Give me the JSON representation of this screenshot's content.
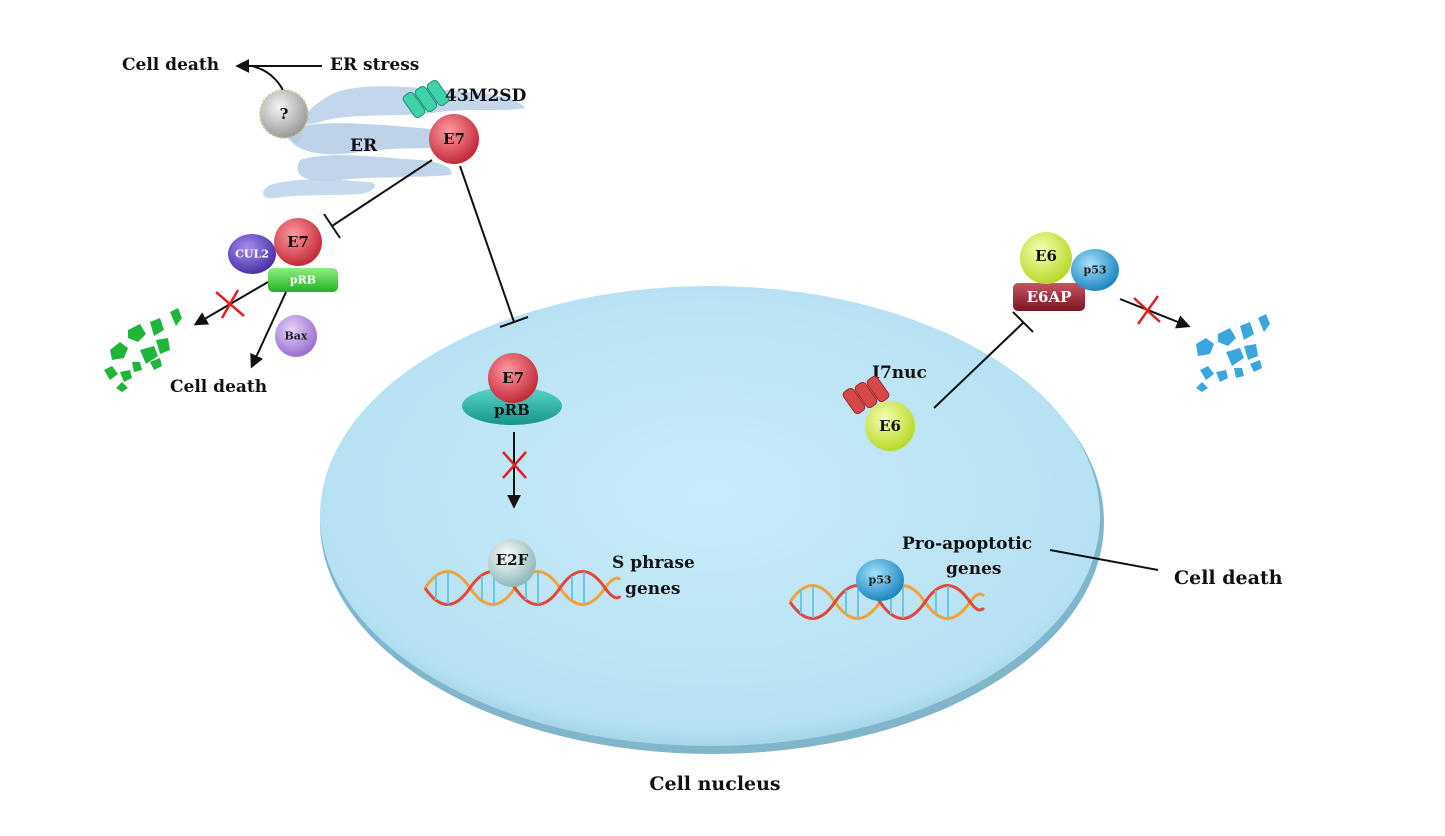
{
  "labels": {
    "er_stress": "ER stress",
    "cell_death_top": "Cell death",
    "question": "?",
    "er": "ER",
    "m2sd": "43M2SD",
    "e7_er": "E7",
    "cul2": "CUL2",
    "e7_complex": "E7",
    "prb_complex": "pRB",
    "bax": "Bax",
    "cell_death_left": "Cell death",
    "e7_nuc": "E7",
    "prb_nuc": "pRB",
    "e2f": "E2F",
    "s_phrase_line1": "S phrase",
    "s_phrase_line2": "genes",
    "e6_complex": "E6",
    "p53_complex": "p53",
    "e6ap": "E6AP",
    "i7nuc": "I7nuc",
    "e6_nuc": "E6",
    "pro_apop_line1": "Pro-apoptotic",
    "pro_apop_line2": "genes",
    "p53_dna": "p53",
    "cell_death_right": "Cell death",
    "cell_nucleus": "Cell nucleus"
  },
  "colors": {
    "nucleus": "#bfe6f6",
    "e7": "#d9414e",
    "e6": "#d8ee4a",
    "p53": "#3aa6d8",
    "cul2": "#6a4fc2",
    "prb_green": "#3fcf3a",
    "prb_teal": "#22b3a2",
    "e6ap": "#8c1f2b",
    "bax": "#b38be0",
    "er": "#b8cfe6",
    "block": "#e02020"
  }
}
